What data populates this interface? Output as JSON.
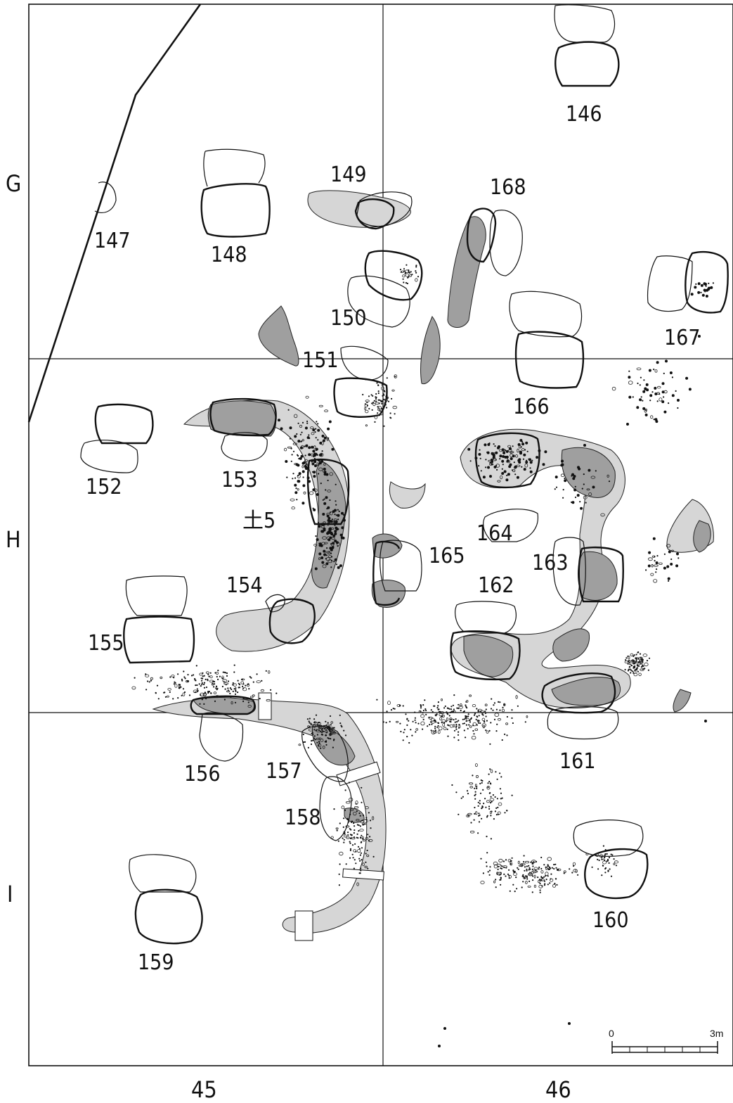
{
  "grid": {
    "rows": [
      "G",
      "H",
      "I"
    ],
    "columns": [
      "45",
      "46"
    ]
  },
  "features": [
    {
      "id": "146",
      "label": "146"
    },
    {
      "id": "147",
      "label": "147"
    },
    {
      "id": "148",
      "label": "148"
    },
    {
      "id": "149",
      "label": "149"
    },
    {
      "id": "150",
      "label": "150"
    },
    {
      "id": "151",
      "label": "151"
    },
    {
      "id": "152",
      "label": "152"
    },
    {
      "id": "153",
      "label": "153"
    },
    {
      "id": "154",
      "label": "154"
    },
    {
      "id": "155",
      "label": "155"
    },
    {
      "id": "156",
      "label": "156"
    },
    {
      "id": "157",
      "label": "157"
    },
    {
      "id": "158",
      "label": "158"
    },
    {
      "id": "159",
      "label": "159"
    },
    {
      "id": "160",
      "label": "160"
    },
    {
      "id": "161",
      "label": "161"
    },
    {
      "id": "162",
      "label": "162"
    },
    {
      "id": "163",
      "label": "163"
    },
    {
      "id": "164",
      "label": "164"
    },
    {
      "id": "165",
      "label": "165"
    },
    {
      "id": "166",
      "label": "166"
    },
    {
      "id": "167",
      "label": "167"
    },
    {
      "id": "168",
      "label": "168"
    },
    {
      "id": "do5",
      "label": "土5"
    }
  ],
  "scale_bar": {
    "start": "0",
    "end": "3m"
  },
  "colors": {
    "ink": "#111111",
    "fill_light": "#d6d6d6",
    "fill_dark": "#9f9f9f",
    "paper": "#ffffff"
  }
}
